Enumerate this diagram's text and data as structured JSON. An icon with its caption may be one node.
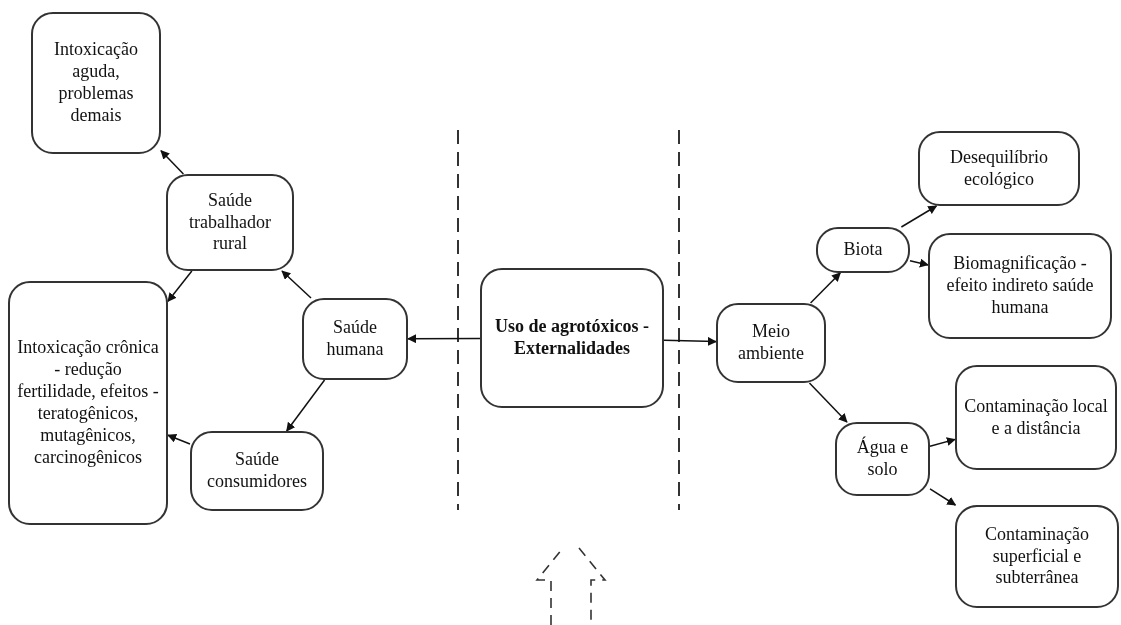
{
  "diagram": {
    "nodes": [
      {
        "text": [
          "Intoxicação aguda, problemas demais"
        ]
      },
      {
        "text": [
          "Saúde trabalhador rural"
        ]
      },
      {
        "text": [
          "Intoxicação crônica - redução fertilidade, efeitos - teratogênicos, mutagênicos, carcinogênicos"
        ]
      },
      {
        "text": [
          "Saúde humana"
        ]
      },
      {
        "text": [
          "Saúde consumidores"
        ]
      },
      {
        "text": [
          "Uso de agrotóxicos - Externalidades"
        ]
      },
      {
        "text": [
          "Meio ambiente"
        ]
      },
      {
        "text": [
          "Biota"
        ]
      },
      {
        "text": [
          "Desequilíbrio ecológico"
        ]
      },
      {
        "text": [
          "Biomagnificação - efeito indireto saúde humana"
        ]
      },
      {
        "text": [
          "Água e solo"
        ]
      },
      {
        "text": [
          "Contaminação local e a distância"
        ]
      },
      {
        "text": [
          "Contaminação superficial e subterrânea"
        ]
      }
    ],
    "edges": [
      {
        "from": 5,
        "to": 3,
        "arrow": "to"
      },
      {
        "from": 5,
        "to": 6,
        "arrow": "to"
      },
      {
        "from": 3,
        "to": 1,
        "arrow": "to"
      },
      {
        "from": 3,
        "to": 4,
        "arrow": "to"
      },
      {
        "from": 1,
        "to": 0,
        "arrow": "to"
      },
      {
        "from": 1,
        "to": 2,
        "arrow": "to"
      },
      {
        "from": 4,
        "to": 2,
        "arrow": "to"
      },
      {
        "from": 6,
        "to": 7,
        "arrow": "to"
      },
      {
        "from": 6,
        "to": 10,
        "arrow": "to"
      },
      {
        "from": 7,
        "to": 8,
        "arrow": "to"
      },
      {
        "from": 7,
        "to": 9,
        "arrow": "to"
      },
      {
        "from": 10,
        "to": 11,
        "arrow": "to"
      },
      {
        "from": 10,
        "to": 12,
        "arrow": "to"
      }
    ]
  }
}
